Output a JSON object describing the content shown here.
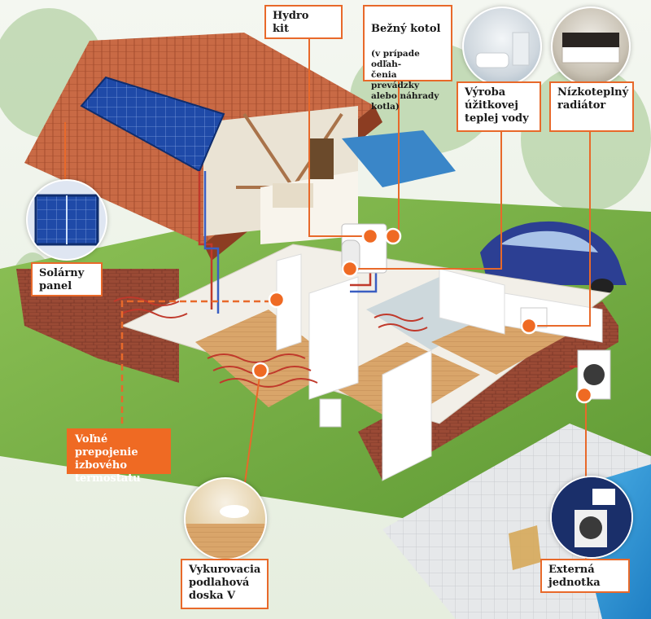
{
  "labels": {
    "hydro_kit": "Hydro\nkit",
    "bezny_kotol_title": "Bežný kotol",
    "bezny_kotol_note": "(v prípade odľah-\nčenia prevádzky\nalebo náhrady\nkotla)",
    "vyroba_tuv": "Výroba\núžitkovej\nteplej vody",
    "nizkoteplotny_radiator": "Nízkoteplný\nradiátor",
    "solarny_panel": "Solárny\npanel",
    "volne_prepojenie": "Voľné prepojenie\nizbového\ntermostatu",
    "vykurovacia_doska": "Vykurovacia\npodlahová\ndoska V",
    "externa_jednotka": "Externá\njednotka"
  },
  "colors": {
    "accent": "#ef6a23",
    "roof": "#c9653f",
    "solar": "#1f4aa8",
    "grass": "#7fb24a",
    "brick": "#9a4a35",
    "pipe_hot": "#c0392b",
    "pipe_cold": "#3a5ec2"
  }
}
